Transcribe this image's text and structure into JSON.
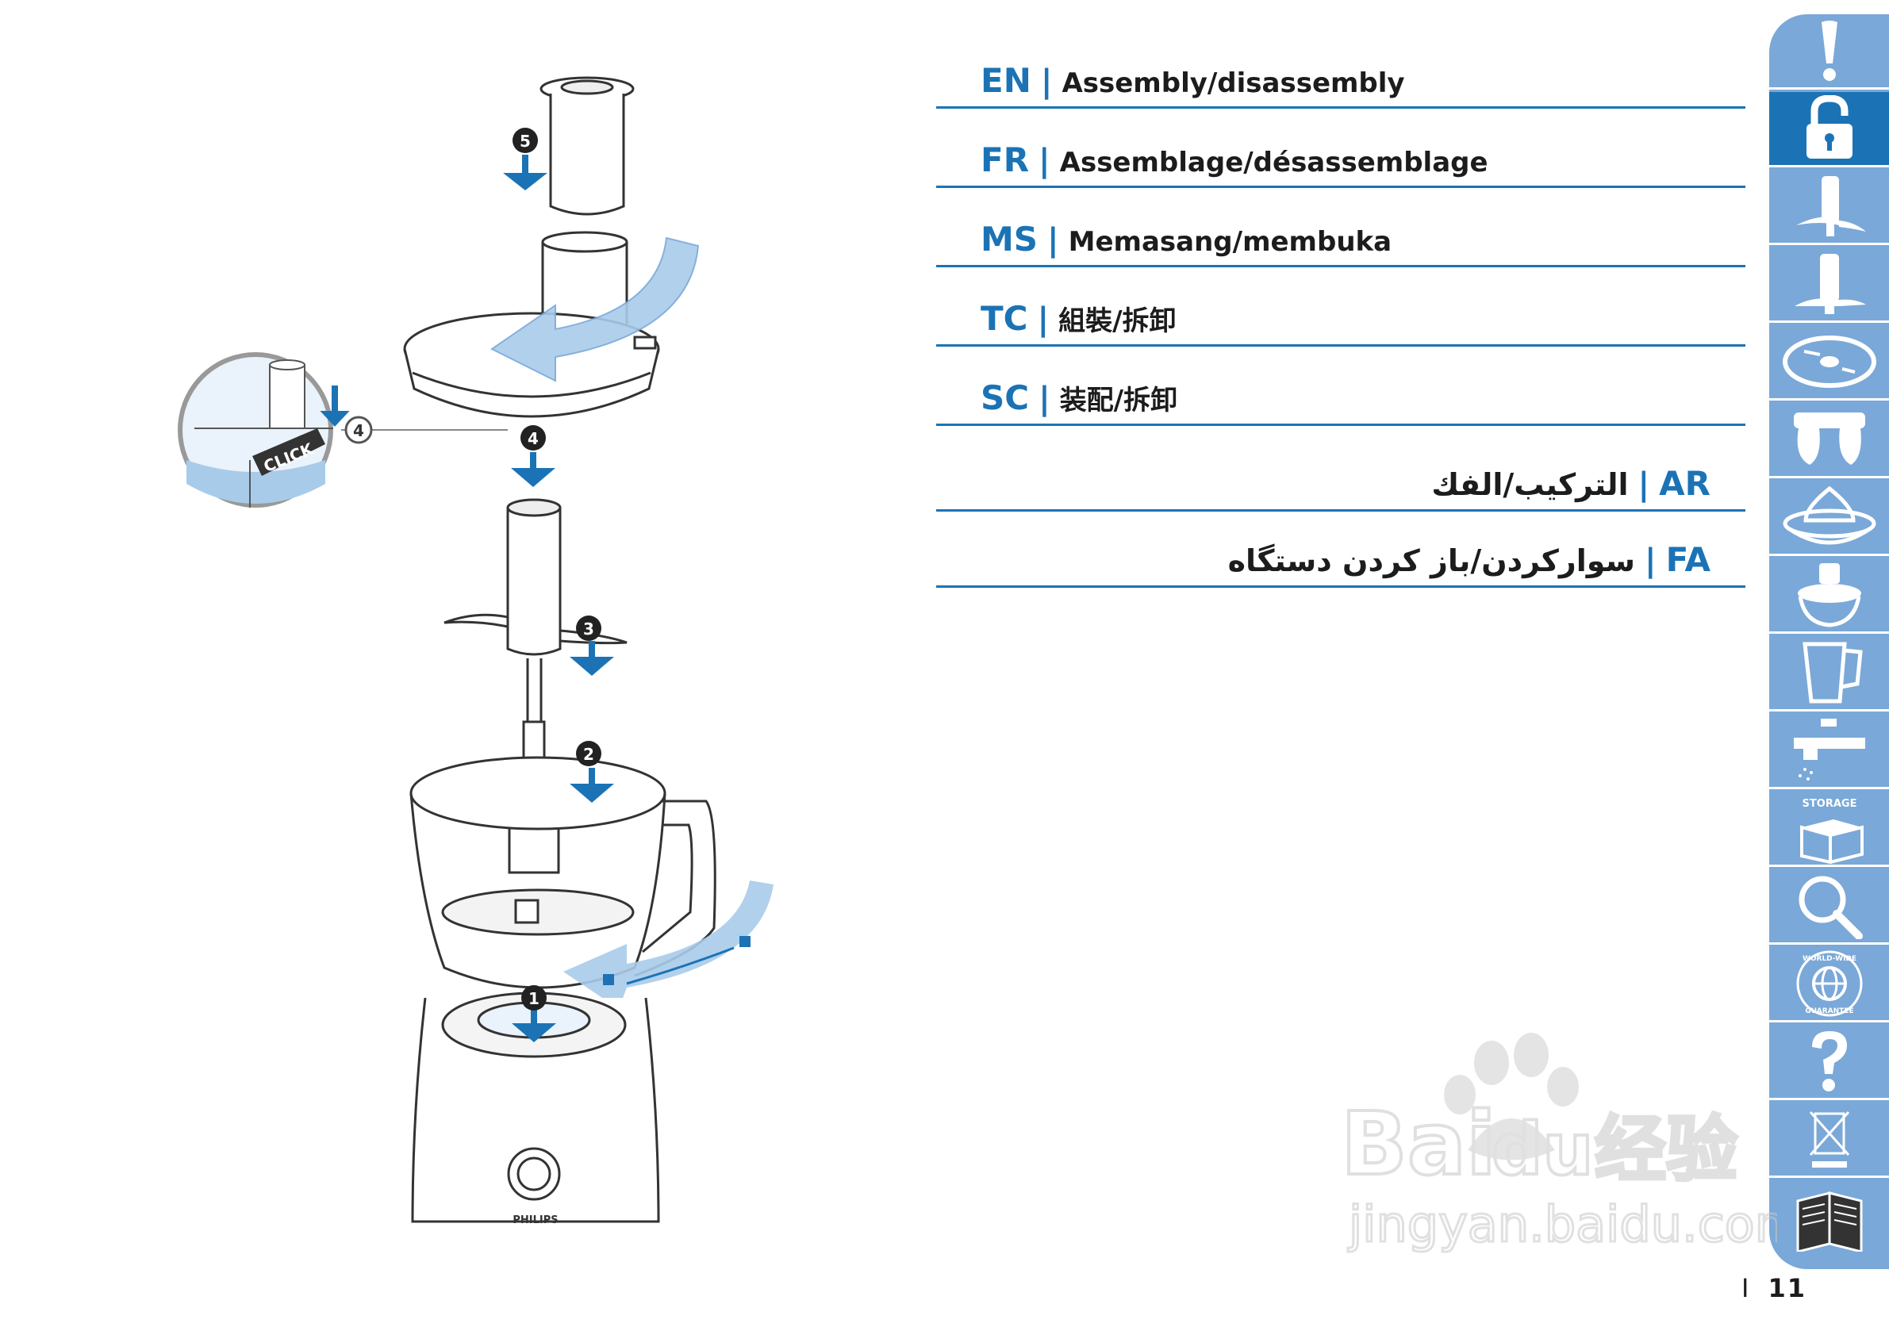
{
  "headings": [
    {
      "code": "EN",
      "sep": "|",
      "title": "Assembly/disassembly",
      "dir": "ltr"
    },
    {
      "code": "FR",
      "sep": "|",
      "title": "Assemblage/désassemblage",
      "dir": "ltr"
    },
    {
      "code": "MS",
      "sep": "|",
      "title": "Memasang/membuka",
      "dir": "ltr"
    },
    {
      "code": "TC",
      "sep": "|",
      "title": "組裝/拆卸",
      "dir": "ltr"
    },
    {
      "code": "SC",
      "sep": "|",
      "title": "装配/拆卸",
      "dir": "ltr"
    },
    {
      "code": "AR",
      "sep": "|",
      "title": "التركيب/الفك",
      "dir": "rtl"
    },
    {
      "code": "FA",
      "sep": "|",
      "title": "سوارکردن/باز کردن دستگاه",
      "dir": "rtl"
    }
  ],
  "illustration": {
    "steps": [
      "5",
      "4",
      "3",
      "2",
      "1"
    ],
    "detail_step": "4",
    "click_label": "CLICK",
    "brand": "PHILIPS"
  },
  "sidebar": {
    "active_index": 1,
    "tabs": [
      {
        "icon": "exclamation-icon"
      },
      {
        "icon": "unlock-icon",
        "active": true
      },
      {
        "icon": "chopping-blade-icon"
      },
      {
        "icon": "kneading-blade-icon"
      },
      {
        "icon": "disc-icon"
      },
      {
        "icon": "whisk-icon"
      },
      {
        "icon": "citrus-press-icon"
      },
      {
        "icon": "juicer-icon"
      },
      {
        "icon": "blender-jar-icon"
      },
      {
        "icon": "tap-cleaning-icon"
      },
      {
        "icon": "storage-box-icon",
        "label": "STORAGE"
      },
      {
        "icon": "magnifier-icon"
      },
      {
        "icon": "globe-icon",
        "label_top": "WORLD-WIDE",
        "label_bottom": "GUARANTEE"
      },
      {
        "icon": "question-mark-icon"
      },
      {
        "icon": "recycle-bin-icon"
      },
      {
        "icon": "manual-book-icon"
      }
    ]
  },
  "page_number": "11",
  "page_marker": "I",
  "watermark": {
    "logo_text": "Bai",
    "logo_text2": "du",
    "cn_text": "经验",
    "url": "jingyan.baidu.com"
  },
  "colors": {
    "accent": "#1b73b5",
    "sidebar": "#7aa8d8",
    "arrow_fill": "#a9cbea"
  }
}
